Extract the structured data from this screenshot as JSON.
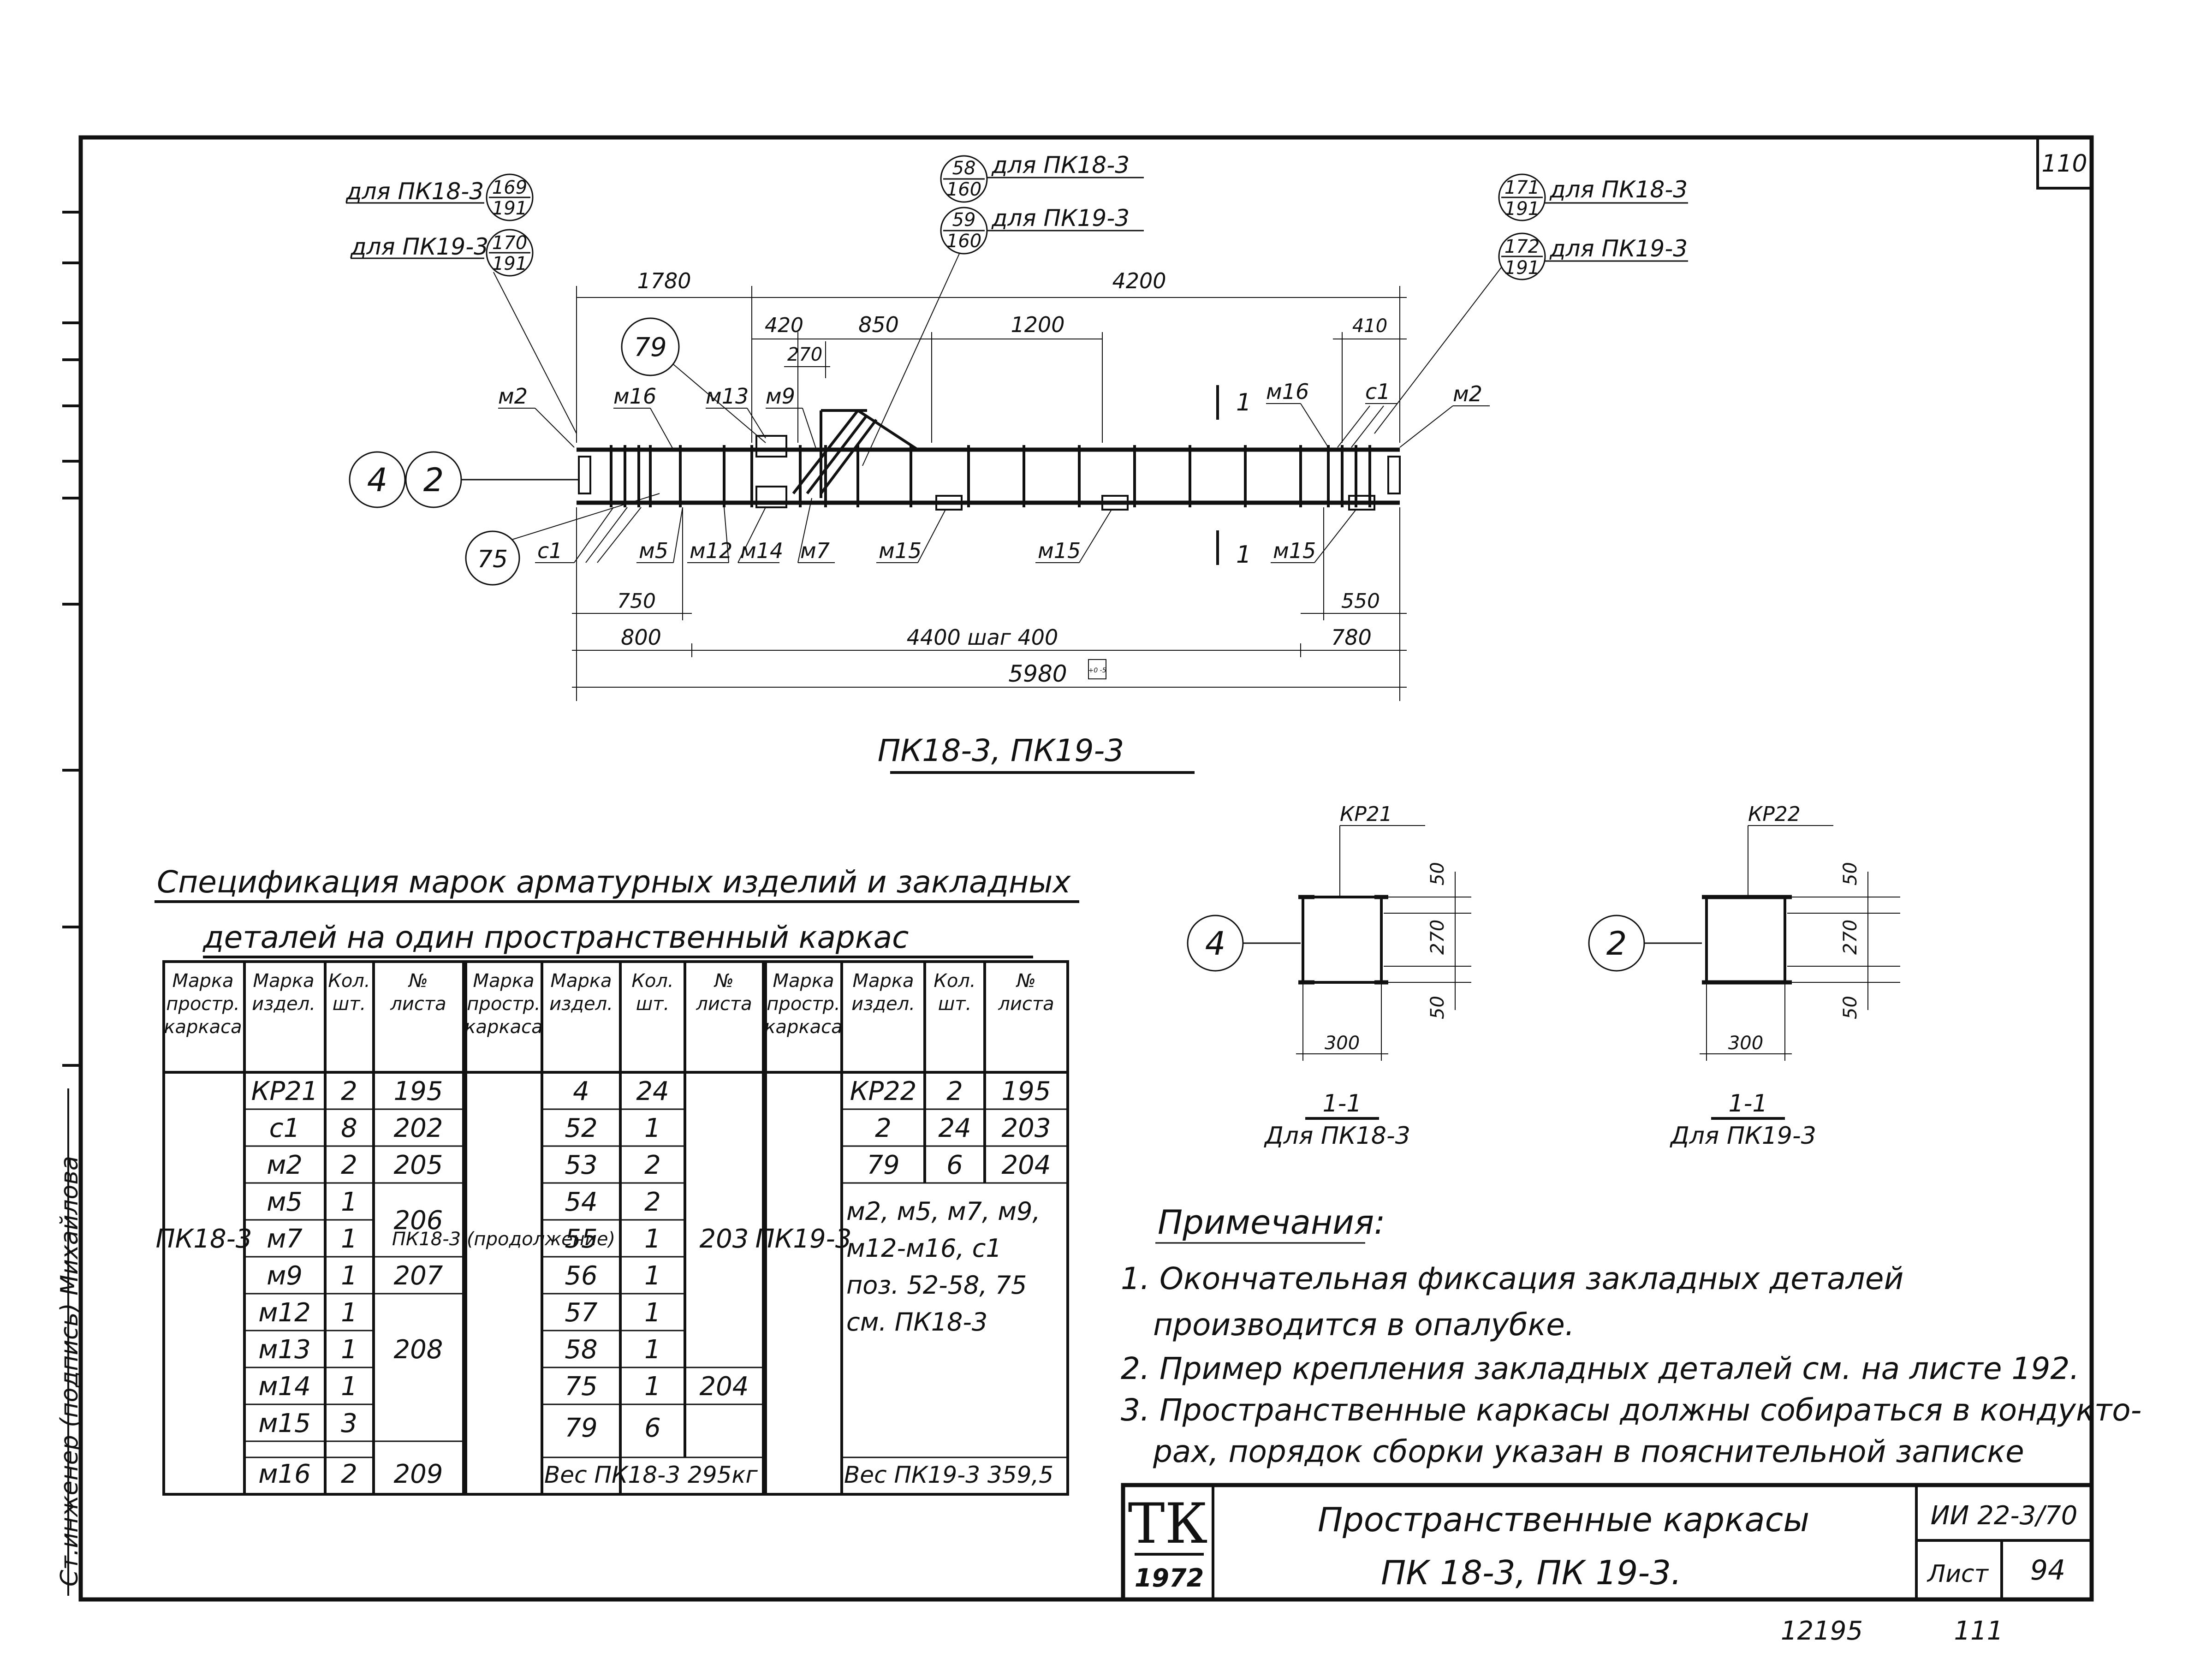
{
  "sheet": {
    "corner_number": "110",
    "bottom_numbers": [
      "12195",
      "111"
    ]
  },
  "drawing": {
    "title": "ПК18-3, ПК19-3",
    "callouts": {
      "top_left": [
        {
          "label": "для ПК18-3",
          "num": "169",
          "den": "191"
        },
        {
          "label": "для ПК19-3",
          "num": "170",
          "den": "191"
        }
      ],
      "top_mid": [
        {
          "label": "для ПК18-3",
          "num": "58",
          "den": "160"
        },
        {
          "label": "для ПК19-3",
          "num": "59",
          "den": "160"
        }
      ],
      "top_right": [
        {
          "label": "для ПК18-3",
          "num": "171",
          "den": "191"
        },
        {
          "label": "для ПК19-3",
          "num": "172",
          "den": "191"
        }
      ],
      "circle_79": "79",
      "circle_75": "75",
      "circle_4": "4",
      "circle_2": "2"
    },
    "top_dims": [
      "1780",
      "4200",
      "420",
      "270",
      "850",
      "1200",
      "410"
    ],
    "bottom_dims": [
      "750",
      "550",
      "800",
      "4400 шаг 400",
      "780",
      "5980"
    ],
    "tolerance": "+0 -5",
    "marks_top": [
      "м2",
      "м16",
      "м13",
      "м9",
      "м16",
      "с1",
      "м2"
    ],
    "marks_bottom": [
      "с1",
      "м5",
      "м12",
      "м14",
      "м7",
      "м15",
      "м15",
      "м15"
    ],
    "section_marks": [
      "1",
      "1"
    ]
  },
  "sections": [
    {
      "circle": "4",
      "frame": "КР21",
      "dims": [
        "50",
        "270",
        "50"
      ],
      "width": "300",
      "cut": "1-1",
      "caption": "Для ПК18-3"
    },
    {
      "circle": "2",
      "frame": "КР22",
      "dims": [
        "50",
        "270",
        "50"
      ],
      "width": "300",
      "cut": "1-1",
      "caption": "Для ПК19-3"
    }
  ],
  "spec": {
    "title_line1": "Спецификация марок арматурных изделий и закладных",
    "title_line2": "деталей на один пространственный каркас",
    "headers": [
      "Марка простр. каркаса",
      "Марка издел.",
      "Кол. шт.",
      "№ листа"
    ],
    "block1": {
      "frame": "ПК18-3",
      "rows": [
        [
          "КР21",
          "2",
          "195"
        ],
        [
          "с1",
          "8",
          "202"
        ],
        [
          "м2",
          "2",
          "205"
        ],
        [
          "м5",
          "1",
          "206"
        ],
        [
          "м7",
          "1",
          ""
        ],
        [
          "м9",
          "1",
          "207"
        ],
        [
          "м12",
          "1",
          "208"
        ],
        [
          "м13",
          "1",
          ""
        ],
        [
          "м14",
          "1",
          ""
        ],
        [
          "м15",
          "3",
          ""
        ],
        [
          "м16",
          "2",
          "209"
        ]
      ]
    },
    "block2": {
      "frame": "ПК18-3 (продолжение)",
      "rows": [
        [
          "4",
          "24",
          ""
        ],
        [
          "52",
          "1",
          ""
        ],
        [
          "53",
          "2",
          ""
        ],
        [
          "54",
          "2",
          ""
        ],
        [
          "55",
          "1",
          "203"
        ],
        [
          "56",
          "1",
          ""
        ],
        [
          "57",
          "1",
          ""
        ],
        [
          "58",
          "1",
          ""
        ],
        [
          "75",
          "1",
          "204"
        ],
        [
          "79",
          "6",
          ""
        ]
      ],
      "weight": "Вес ПК18-3 295кг"
    },
    "block3": {
      "frame": "ПК19-3",
      "rows": [
        [
          "КР22",
          "2",
          "195"
        ],
        [
          "2",
          "24",
          "203"
        ],
        [
          "79",
          "6",
          "204"
        ]
      ],
      "note_lines": [
        "м2, м5, м7, м9,",
        "м12-м16, с1",
        "поз. 52-58, 75",
        "см. ПК18-3"
      ],
      "weight": "Вес ПК19-3 359,5"
    }
  },
  "notes": {
    "title": "Примечания:",
    "items": [
      "1. Окончательная фиксация закладных деталей",
      "производится в опалубке.",
      "2. Пример крепления закладных деталей см. на листе 192.",
      "3. Пространственные каркасы должны собираться в кондукто-",
      "рах, порядок сборки указан в пояснительной записке"
    ]
  },
  "titleblock": {
    "logo": "ТК",
    "year": "1972",
    "title": "Пространственные каркасы",
    "subtitle": "ПК 18-3, ПК 19-3.",
    "series": "ИИ 22-3/70",
    "sheet_label": "Лист",
    "sheet_no": "94"
  },
  "side_stamp": {
    "text": "Ст.инженер (подпись) Михайлова"
  }
}
